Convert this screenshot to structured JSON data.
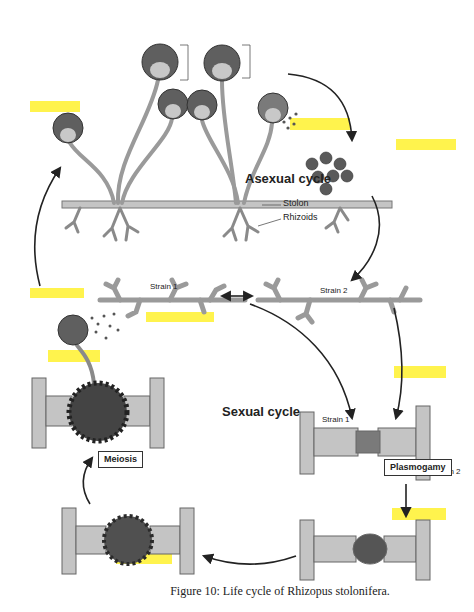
{
  "diagram": {
    "caption": "Figure 10: Life cycle of Rhizopus stolonifera.",
    "nodes": [
      {
        "text": [
          "Meiosis"
        ]
      },
      {
        "text": [
          "Plasmogamy"
        ]
      }
    ],
    "labels": [
      "Asexual cycle",
      "Stolon",
      "Rhizoids",
      "Strain 1",
      "Strain 2",
      "Sexual cycle",
      "Strain 1",
      "Strain 2"
    ]
  }
}
